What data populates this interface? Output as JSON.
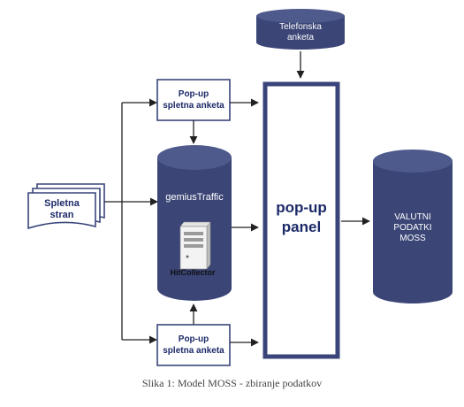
{
  "nodes": {
    "telephone_survey": {
      "line1": "Telefonska",
      "line2": "anketa"
    },
    "web_page": {
      "line1": "Spletna",
      "line2": "stran"
    },
    "popup_top": {
      "line1": "Pop-up",
      "line2": "spletna anketa"
    },
    "popup_bottom": {
      "line1": "Pop-up",
      "line2": "spletna anketa"
    },
    "gemius": {
      "title": "gemiusTraffic",
      "server_label": "HitCollector"
    },
    "panel": {
      "line1": "pop-up",
      "line2": "panel"
    },
    "valutni": {
      "line1": "VALUTNI",
      "line2": "PODATKI",
      "line3": "MOSS"
    }
  },
  "caption": "Slika 1: Model MOSS -  zbiranje podatkov",
  "colors": {
    "cylinder_fill": "#3b4677",
    "cylinder_top": "#4e5a8c",
    "box_border": "#39457a",
    "box_text": "#1d2a68",
    "line": "#222222"
  }
}
